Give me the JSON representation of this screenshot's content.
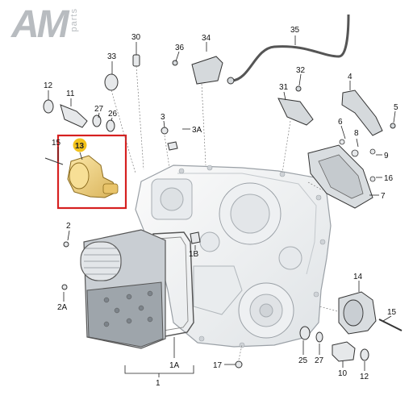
{
  "logo": {
    "main": "AM",
    "sub": "parts"
  },
  "highlight": {
    "label": "13",
    "color": "#d62020",
    "badge_color": "#f2c21a"
  },
  "colors": {
    "line": "#222222",
    "part_fill": "#f4f4f4",
    "housing_stroke": "#9aa0a6",
    "part_highlight": "#f0d58a"
  },
  "callouts": [
    "30",
    "34",
    "35",
    "36",
    "33",
    "32",
    "4",
    "31",
    "12",
    "11",
    "27",
    "26",
    "5",
    "3",
    "3A",
    "6",
    "8",
    "9",
    "15",
    "16",
    "7",
    "2",
    "1B",
    "14",
    "2A",
    "15",
    "25",
    "27",
    "10",
    "12",
    "17",
    "1A",
    "1"
  ]
}
